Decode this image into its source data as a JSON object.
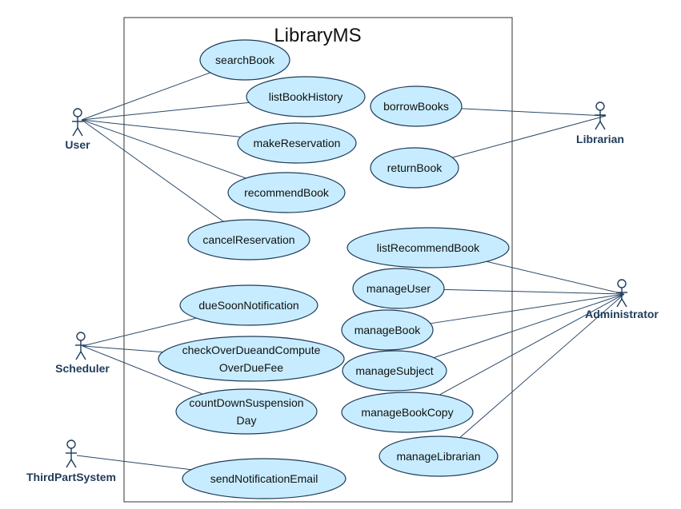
{
  "system": {
    "title": "LibraryMS"
  },
  "actors": [
    {
      "id": "user",
      "label": "User"
    },
    {
      "id": "librarian",
      "label": "Librarian"
    },
    {
      "id": "administrator",
      "label": "Administrator"
    },
    {
      "id": "scheduler",
      "label": "Scheduler"
    },
    {
      "id": "thirdparty",
      "label": "ThirdPartSystem"
    }
  ],
  "use_cases": [
    {
      "id": "searchBook",
      "lines": [
        "searchBook"
      ]
    },
    {
      "id": "listBookHistory",
      "lines": [
        "listBookHistory"
      ]
    },
    {
      "id": "makeReservation",
      "lines": [
        "makeReservation"
      ]
    },
    {
      "id": "recommendBook",
      "lines": [
        "recommendBook"
      ]
    },
    {
      "id": "cancelReservation",
      "lines": [
        "cancelReservation"
      ]
    },
    {
      "id": "borrowBooks",
      "lines": [
        "borrowBooks"
      ]
    },
    {
      "id": "returnBook",
      "lines": [
        "returnBook"
      ]
    },
    {
      "id": "listRecommendBook",
      "lines": [
        "listRecommendBook"
      ]
    },
    {
      "id": "manageUser",
      "lines": [
        "manageUser"
      ]
    },
    {
      "id": "manageBook",
      "lines": [
        "manageBook"
      ]
    },
    {
      "id": "manageSubject",
      "lines": [
        "manageSubject"
      ]
    },
    {
      "id": "manageBookCopy",
      "lines": [
        "manageBookCopy"
      ]
    },
    {
      "id": "manageLibrarian",
      "lines": [
        "manageLibrarian"
      ]
    },
    {
      "id": "dueSoonNotification",
      "lines": [
        "dueSoonNotification"
      ]
    },
    {
      "id": "checkOverDue",
      "lines": [
        "checkOverDueandCompute",
        "OverDueFee"
      ]
    },
    {
      "id": "countDownSuspension",
      "lines": [
        "countDownSuspension",
        "Day"
      ]
    },
    {
      "id": "sendNotificationEmail",
      "lines": [
        "sendNotificationEmail"
      ]
    }
  ],
  "associations": [
    [
      "user",
      "searchBook"
    ],
    [
      "user",
      "listBookHistory"
    ],
    [
      "user",
      "makeReservation"
    ],
    [
      "user",
      "recommendBook"
    ],
    [
      "user",
      "cancelReservation"
    ],
    [
      "librarian",
      "borrowBooks"
    ],
    [
      "librarian",
      "returnBook"
    ],
    [
      "administrator",
      "listRecommendBook"
    ],
    [
      "administrator",
      "manageUser"
    ],
    [
      "administrator",
      "manageBook"
    ],
    [
      "administrator",
      "manageSubject"
    ],
    [
      "administrator",
      "manageBookCopy"
    ],
    [
      "administrator",
      "manageLibrarian"
    ],
    [
      "scheduler",
      "dueSoonNotification"
    ],
    [
      "scheduler",
      "checkOverDue"
    ],
    [
      "scheduler",
      "countDownSuspension"
    ],
    [
      "thirdparty",
      "sendNotificationEmail"
    ]
  ]
}
